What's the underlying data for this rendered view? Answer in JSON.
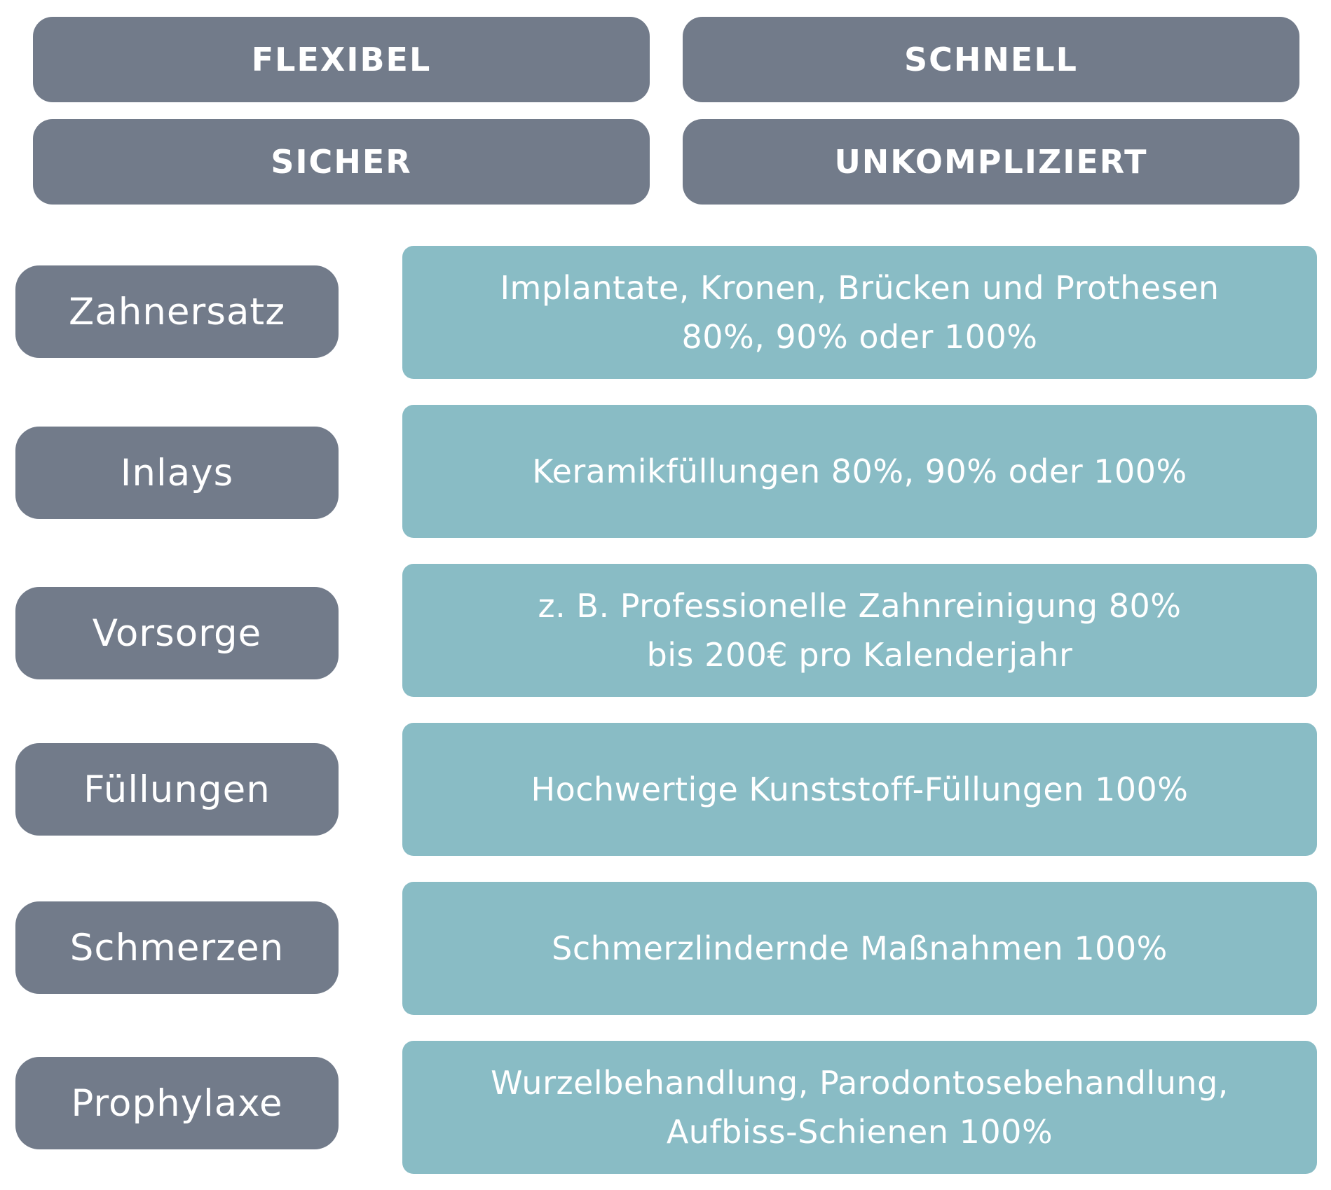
{
  "features": [
    {
      "label": "FLEXIBEL"
    },
    {
      "label": "SCHNELL"
    },
    {
      "label": "SICHER"
    },
    {
      "label": "UNKOMPLIZIERT"
    }
  ],
  "rows": [
    {
      "category": "Zahnersatz",
      "detail_lines": [
        "Implantate, Kronen, Brücken und Prothesen",
        "80%, 90% oder 100%"
      ]
    },
    {
      "category": "Inlays",
      "detail_lines": [
        "Keramikfüllungen 80%, 90% oder 100%"
      ]
    },
    {
      "category": "Vorsorge",
      "detail_lines": [
        "z. B. Professionelle Zahnreinigung 80%",
        "bis 200€ pro Kalenderjahr"
      ]
    },
    {
      "category": "Füllungen",
      "detail_lines": [
        "Hochwertige Kunststoff-Füllungen 100%"
      ]
    },
    {
      "category": "Schmerzen",
      "detail_lines": [
        "Schmerzlindernde Maßnahmen 100%"
      ]
    },
    {
      "category": "Prophylaxe",
      "detail_lines": [
        "Wurzelbehandlung, Parodontosebehandlung,",
        "Aufbiss-Schienen 100%"
      ]
    }
  ],
  "colors": {
    "feature_bg": "#727b8a",
    "category_bg": "#727b8a",
    "detail_bg": "#89bcc5",
    "text": "#ffffff"
  }
}
